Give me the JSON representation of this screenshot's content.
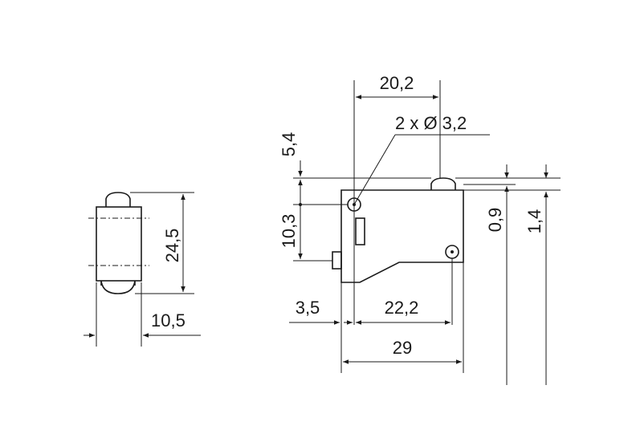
{
  "dimensions": {
    "side_height": "24,5",
    "side_width": "10,5",
    "hole_spacing": "20,2",
    "holes": "2 x Ø 3,2",
    "top_offset": "5,4",
    "hole_vertical": "10,3",
    "plunger_travel_a": "0,9",
    "plunger_travel_b": "1,4",
    "left_offset": "3,5",
    "hole_to_edge": "22,2",
    "overall_length": "29"
  },
  "colors": {
    "line": "#1a1a1a",
    "background": "#ffffff"
  }
}
